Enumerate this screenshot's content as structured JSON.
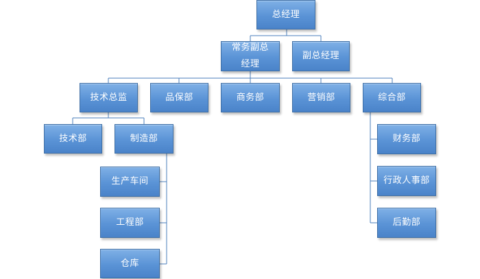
{
  "org_chart": {
    "ceo": "总经理",
    "executive_vp": "常务副总经理",
    "vp": "副总经理",
    "cto": "技术总监",
    "quality_dept": "品保部",
    "commerce_dept": "商务部",
    "marketing_dept": "营销部",
    "general_dept": "综合部",
    "tech_dept": "技术部",
    "manufacturing_dept": "制造部",
    "production_workshop": "生产车间",
    "engineering_dept": "工程部",
    "warehouse": "仓库",
    "finance_dept": "财务部",
    "admin_hr_dept": "行政人事部",
    "logistics_dept": "后勤部"
  },
  "colors": {
    "node_top": "#7fb0e6",
    "node_bottom": "#4a83c9",
    "node_border": "#3d6ea5",
    "connector": "#4a7ebb",
    "text": "#ffffff"
  }
}
